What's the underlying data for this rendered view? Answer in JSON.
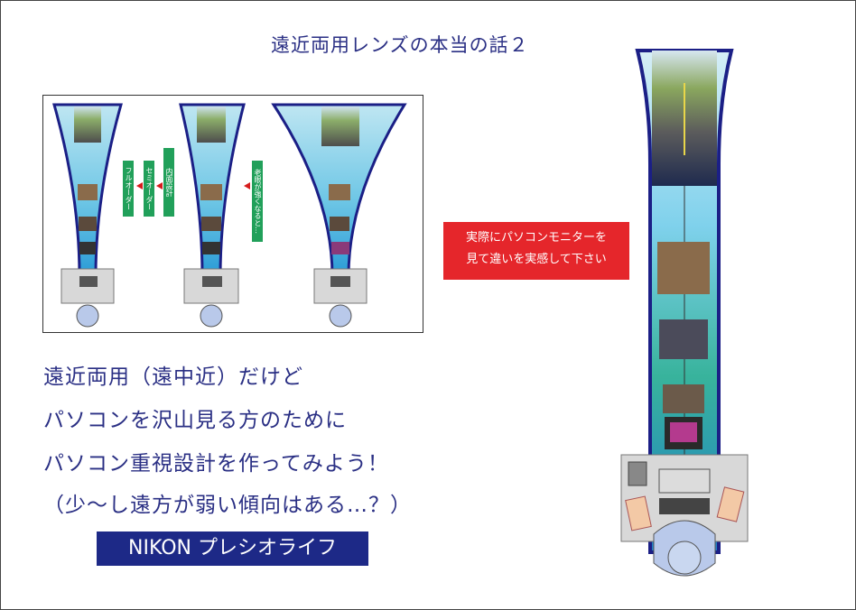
{
  "title": "遠近両用レンズの本当の話２",
  "diagram": {
    "label_full": "フルオーダー",
    "label_semi": "セミオーダー",
    "label_inner": "内面設計",
    "label_stronger": "老眼が強くなると…"
  },
  "callout": {
    "line1": "実際にパソコンモニターを",
    "line2": "見て違いを実感して下さい"
  },
  "body_lines": [
    "遠近両用（遠中近）だけど",
    "パソコンを沢山見る方のために",
    "パソコン重視設計を作ってみよう！",
    "（少～し遠方が弱い傾向はある…？）"
  ],
  "brand": "NIKON プレシオライフ",
  "colors": {
    "text": "#2a2f84",
    "tag_green": "#21a05a",
    "callout_red": "#e5262b",
    "brand_bg": "#1d2987",
    "lens_outline": "#1b1f86"
  },
  "icons": [
    "road-image-icon",
    "room-photo-icon",
    "meeting-photo-icon",
    "monitor-icon",
    "keyboard-icon",
    "phone-icon",
    "person-icon"
  ]
}
